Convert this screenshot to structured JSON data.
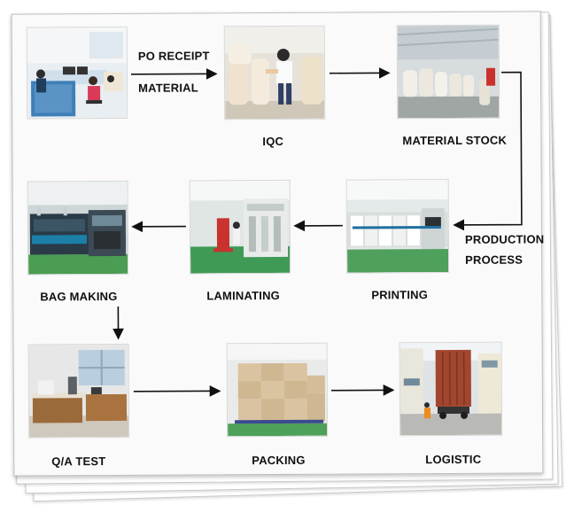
{
  "steps": [
    {
      "id": "office",
      "label_lines": [
        "PO RECEIPT",
        "MATERIAL"
      ]
    },
    {
      "id": "iqc",
      "label": "IQC"
    },
    {
      "id": "material_stock",
      "label": "MATERIAL STOCK"
    },
    {
      "id": "production_process",
      "label_lines": [
        "PRODUCTION",
        "PROCESS"
      ]
    },
    {
      "id": "printing",
      "label": "PRINTING"
    },
    {
      "id": "laminating",
      "label": "LAMINATING"
    },
    {
      "id": "bag_making",
      "label": "BAG MAKING"
    },
    {
      "id": "qa_test",
      "label": "Q/A TEST"
    },
    {
      "id": "packing",
      "label": "PACKING"
    },
    {
      "id": "logistic",
      "label": "LOGISTIC"
    }
  ],
  "colors": {
    "arrow": "#111111",
    "page_background": "#fafafa",
    "sheet_border": "#c9c9c9"
  }
}
